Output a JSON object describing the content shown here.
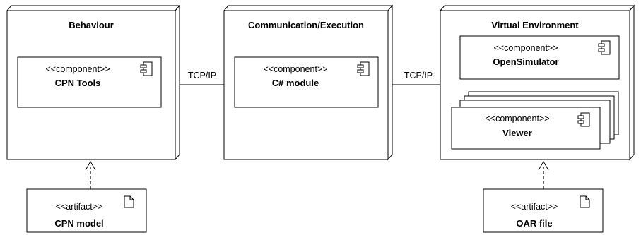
{
  "nodes": {
    "behaviour": {
      "title": "Behaviour"
    },
    "communication": {
      "title": "Communication/Execution"
    },
    "virtual_env": {
      "title": "Virtual Environment"
    }
  },
  "components": {
    "cpn_tools": {
      "stereotype": "<<component>>",
      "name": "CPN Tools"
    },
    "csharp_module": {
      "stereotype": "<<component>>",
      "name": "C# module"
    },
    "opensimulator": {
      "stereotype": "<<component>>",
      "name": "OpenSimulator"
    },
    "viewer": {
      "stereotype": "<<component>>",
      "name": "Viewer"
    }
  },
  "connections": {
    "left": {
      "label": "TCP/IP"
    },
    "right": {
      "label": "TCP/IP"
    }
  },
  "artifacts": {
    "cpn_model": {
      "stereotype": "<<artifact>>",
      "name": "CPN model"
    },
    "oar_file": {
      "stereotype": "<<artifact>>",
      "name": "OAR file"
    }
  }
}
